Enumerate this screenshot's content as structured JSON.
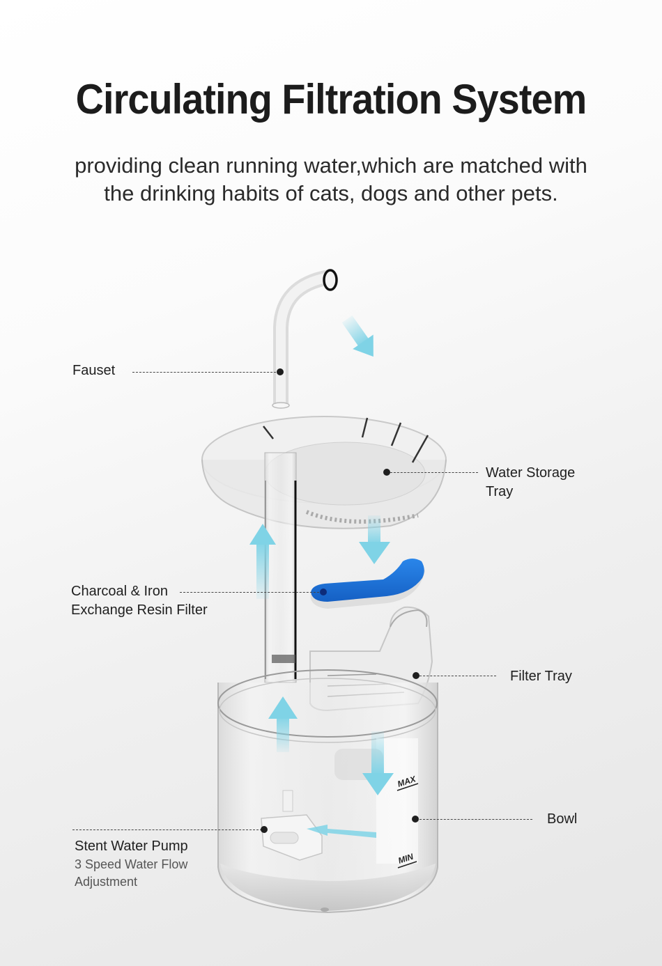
{
  "header": {
    "title": "Circulating Filtration System",
    "subtitle_lines": [
      "providing clean running water,which are matched with",
      "the drinking habits of cats, dogs and other pets."
    ]
  },
  "diagram": {
    "components": [
      {
        "id": "faucet",
        "label": "Fauset"
      },
      {
        "id": "water-storage-tray",
        "label_lines": [
          "Water Storage",
          "Tray"
        ]
      },
      {
        "id": "filter",
        "label_lines": [
          "Charcoal & Iron",
          "Exchange Resin Filter"
        ]
      },
      {
        "id": "filter-tray",
        "label": "Filter Tray"
      },
      {
        "id": "bowl",
        "label": "Bowl"
      },
      {
        "id": "pump",
        "label": "Stent Water Pump",
        "sublabel_lines": [
          "3 Speed Water Flow",
          "Adjustment"
        ]
      }
    ],
    "level_marks": {
      "max": "MAX",
      "min": "MIN"
    },
    "colors": {
      "flow_arrow": "#7fd3e6",
      "filter_foam": "#1a73d9",
      "leader_dot": "#1e1e1e"
    }
  }
}
